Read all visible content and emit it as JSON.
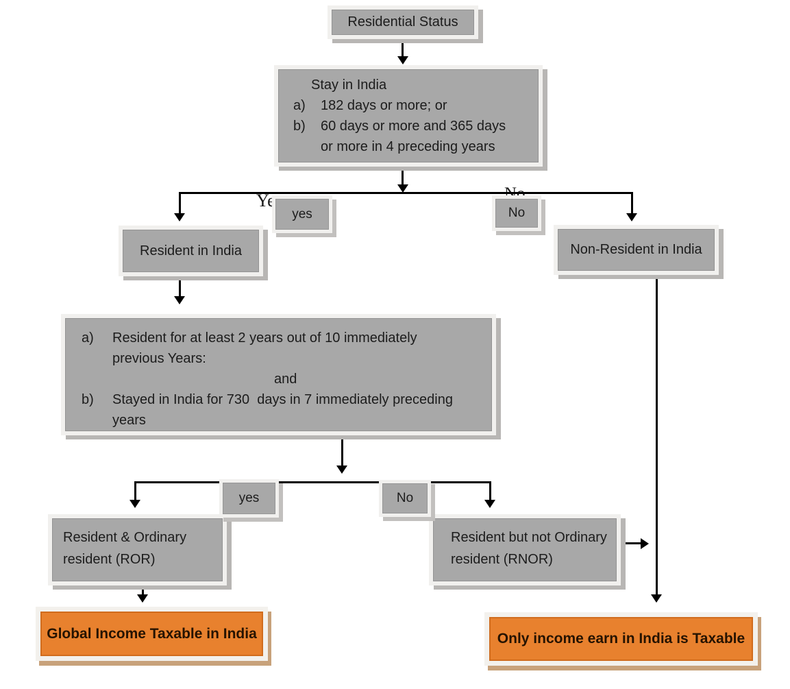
{
  "palette": {
    "node_gray": "#a8a8a8",
    "node_frame": "#f1f0ee",
    "node_shadow": "#b8b6b4",
    "orange": "#e8812e",
    "orange_inner_border": "#d06c1d",
    "orange_shadow": "#c8a27b",
    "line_color": "#000000",
    "text_color": "#1c1c1c",
    "orange_text_color": "#261300"
  },
  "nodes": {
    "residential_status": {
      "label": "Residential Status"
    },
    "stay": {
      "title": "Stay in India",
      "a_marker": "a)",
      "a_text": "182 days or more; or",
      "b_marker": "b)",
      "b_text": "60 days or more and 365 days",
      "b_text2": "or more in 4 preceding years"
    },
    "resident": {
      "label": "Resident in India"
    },
    "non_resident": {
      "label": "Non-Resident in India"
    },
    "criteria": {
      "a_marker": "a)",
      "a_text": "Resident for at least 2 years out of 10 immediately",
      "a_text2": "previous Years:",
      "and_text": "and",
      "b_marker": "b)",
      "b_text": "Stayed in India for 730  days in 7 immediately preceding",
      "b_text2": "years"
    },
    "ror": {
      "line1": "Resident & Ordinary",
      "line2": "resident (ROR)"
    },
    "rnor": {
      "line1": "Resident but not Ordinary",
      "line2": "resident (RNOR)"
    },
    "global_income": {
      "label": "Global Income Taxable in India"
    },
    "india_income": {
      "label": "Only income earn in India is Taxable"
    }
  },
  "edge_labels": {
    "yes1": "yes",
    "no1": "No",
    "yes2": "yes",
    "no2": "No",
    "ghost_yes": "Yes",
    "ghost_no": "No"
  }
}
